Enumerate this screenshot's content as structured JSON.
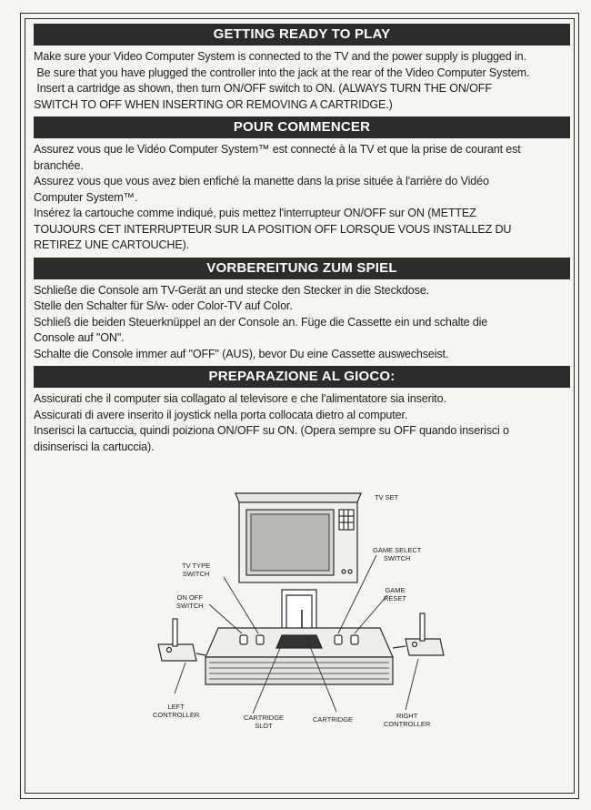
{
  "sections": [
    {
      "title": "GETTING READY TO PLAY",
      "lines": [
        "Make sure your Video Computer System is connected to the TV and the power supply is plugged in.",
        " Be sure that you have plugged the controller into the jack at the rear of the Video Computer System.",
        " Insert a cartridge as shown, then turn ON/OFF switch to ON. (ALWAYS TURN THE ON/OFF",
        "SWITCH TO OFF WHEN INSERTING OR REMOVING A CARTRIDGE.)"
      ]
    },
    {
      "title": "POUR COMMENCER",
      "lines": [
        "Assurez vous que le Vidéo Computer System™ est connecté à la TV et que la prise de courant est",
        "branchée.",
        "Assurez vous que vous avez bien enfiché la manette dans la prise située à l'arrière do Vidéo",
        "Computer System™.",
        "Insérez la cartouche comme indiqué, puis mettez l'interrupteur ON/OFF sur ON (METTEZ",
        "TOUJOURS CET INTERRUPTEUR SUR LA POSITION OFF LORSQUE VOUS INSTALLEZ DU",
        "RETIREZ UNE CARTOUCHE)."
      ]
    },
    {
      "title": "VORBEREITUNG ZUM SPIEL",
      "lines": [
        "Schließe die Console am TV-Gerät an und stecke den Stecker in die Steckdose.",
        "Stelle den Schalter für S/w- oder Color-TV auf Color.",
        "Schließ die beiden Steuerknüppel an der Console an. Füge die Cassette ein und schalte die",
        "Console auf \"ON\".",
        "Schalte die Console immer auf \"OFF\" (AUS), bevor Du eine Cassette auswechseist."
      ]
    },
    {
      "title": "PREPARAZIONE AL GIOCO:",
      "lines": [
        "Assicurati che il computer sia collagato al televisore e che l'alimentatore sia inserito.",
        "Assicurati di avere inserito il joystick nella porta collocata dietro al computer.",
        "Inserisci la cartuccia, quindi poiziona ON/OFF su ON. (Opera sempre su OFF quando inserisci o",
        "disinserisci la cartuccia)."
      ]
    }
  ],
  "diagram_labels": {
    "tv_set": "TV SET",
    "tv_type_switch": "TV TYPE\nSWITCH",
    "on_off_switch": "ON OFF\nSWITCH",
    "game_select_switch": "GAME SELECT\nSWITCH",
    "game_reset": "GAME\nRESET",
    "left_controller": "LEFT\nCONTROLLER",
    "cartridge_slot": "CARTRIDGE\nSLOT",
    "cartridge": "CARTRIDGE",
    "right_controller": "RIGHT\nCONTROLLER"
  }
}
